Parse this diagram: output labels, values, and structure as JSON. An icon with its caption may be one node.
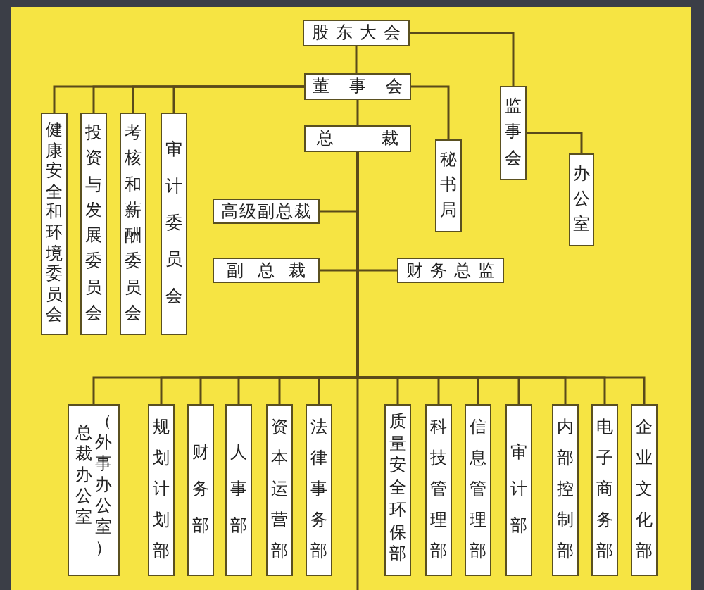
{
  "diagram": {
    "nodes": [
      {
        "text": [
          "股东大会"
        ]
      },
      {
        "text": [
          "董事会"
        ]
      },
      {
        "text": [
          "总裁"
        ]
      },
      {
        "text": [
          "健康安全和环境委员会"
        ]
      },
      {
        "text": [
          "投资与发展委员会"
        ]
      },
      {
        "text": [
          "考核和薪酬委员会"
        ]
      },
      {
        "text": [
          "审计委员会"
        ]
      },
      {
        "text": [
          "秘书局"
        ]
      },
      {
        "text": [
          "监事会"
        ]
      },
      {
        "text": [
          "办公室"
        ]
      },
      {
        "text": [
          "高级副总裁"
        ]
      },
      {
        "text": [
          "副总裁"
        ]
      },
      {
        "text": [
          "财务总监"
        ]
      },
      {
        "text": [
          "总裁办公室",
          "（外事办公室）"
        ]
      },
      {
        "text": [
          "规划计划部"
        ]
      },
      {
        "text": [
          "财务部"
        ]
      },
      {
        "text": [
          "人事部"
        ]
      },
      {
        "text": [
          "资本运营部"
        ]
      },
      {
        "text": [
          "法律事务部"
        ]
      },
      {
        "text": [
          "质量安全环保部"
        ]
      },
      {
        "text": [
          "科技管理部"
        ]
      },
      {
        "text": [
          "信息管理部"
        ]
      },
      {
        "text": [
          "审计部"
        ]
      },
      {
        "text": [
          "内部控制部"
        ]
      },
      {
        "text": [
          "电子商务部"
        ]
      },
      {
        "text": [
          "企业文化部"
        ]
      }
    ],
    "edges": [
      {
        "from": 0,
        "to": 1,
        "arrow": "none"
      },
      {
        "from": 0,
        "to": 8,
        "arrow": "none"
      },
      {
        "from": 1,
        "to": 2,
        "arrow": "none"
      },
      {
        "from": 1,
        "to": 3,
        "arrow": "none"
      },
      {
        "from": 1,
        "to": 4,
        "arrow": "none"
      },
      {
        "from": 1,
        "to": 5,
        "arrow": "none"
      },
      {
        "from": 1,
        "to": 6,
        "arrow": "none"
      },
      {
        "from": 1,
        "to": 7,
        "arrow": "none"
      },
      {
        "from": 8,
        "to": 9,
        "arrow": "none"
      },
      {
        "from": 2,
        "to": 10,
        "arrow": "none"
      },
      {
        "from": 2,
        "to": 11,
        "arrow": "none"
      },
      {
        "from": 2,
        "to": 12,
        "arrow": "none"
      },
      {
        "from": 2,
        "to": 13,
        "arrow": "none"
      },
      {
        "from": 2,
        "to": 14,
        "arrow": "none"
      },
      {
        "from": 2,
        "to": 15,
        "arrow": "none"
      },
      {
        "from": 2,
        "to": 16,
        "arrow": "none"
      },
      {
        "from": 2,
        "to": 17,
        "arrow": "none"
      },
      {
        "from": 2,
        "to": 18,
        "arrow": "none"
      },
      {
        "from": 2,
        "to": 19,
        "arrow": "none"
      },
      {
        "from": 2,
        "to": 20,
        "arrow": "none"
      },
      {
        "from": 2,
        "to": 21,
        "arrow": "none"
      },
      {
        "from": 2,
        "to": 22,
        "arrow": "none"
      },
      {
        "from": 2,
        "to": 23,
        "arrow": "none"
      },
      {
        "from": 2,
        "to": 24,
        "arrow": "none"
      },
      {
        "from": 2,
        "to": 25,
        "arrow": "none"
      }
    ]
  }
}
